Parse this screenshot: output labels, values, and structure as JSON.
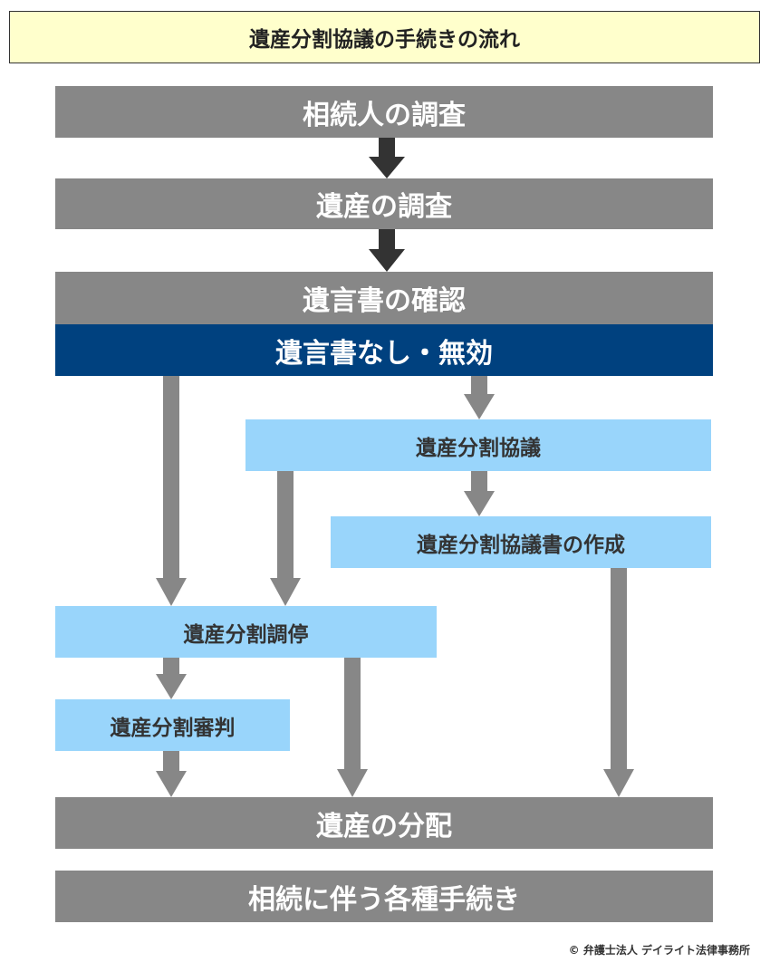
{
  "title": "遺産分割協議の手続きの流れ",
  "steps": {
    "heir_investigation": "相続人の調査",
    "estate_investigation": "遺産の調査",
    "will_confirmation": "遺言書の確認",
    "no_will_invalid": "遺言書なし・無効",
    "division_consultation": "遺産分割協議",
    "agreement_document": "遺産分割協議書の作成",
    "mediation": "遺産分割調停",
    "adjudication": "遺産分割審判",
    "distribution": "遺産の分配",
    "procedures": "相続に伴う各種手続き"
  },
  "copyright": "© 弁護士法人 デイライト法律事務所",
  "colors": {
    "title_bg": "#ffffcc",
    "gray_box": "#878787",
    "navy_box": "#00417f",
    "light_box": "#99d5fb",
    "arrow_dark": "#333333",
    "arrow_gray": "#878787"
  }
}
